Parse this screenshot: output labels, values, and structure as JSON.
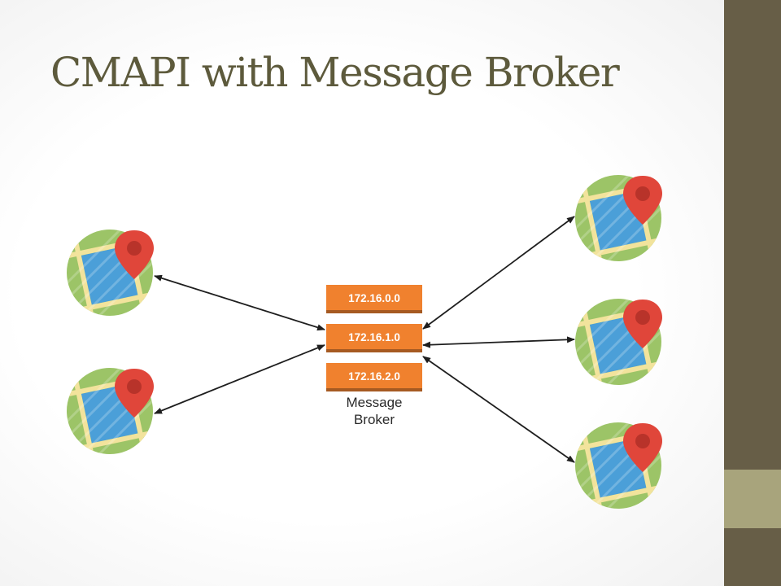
{
  "slide": {
    "title": "CMAPI with Message Broker",
    "colors": {
      "title_text": "#5d5a3c",
      "sidebar_dark": "#675e47",
      "sidebar_accent": "#a8a47c",
      "queue_orange": "#f0812e",
      "queue_orange_shadow": "#a65a22",
      "map_ring_green": "#9cc467",
      "map_block_blue": "#4b9fd8",
      "map_road_yellow": "#f2e39c",
      "map_pin_red": "#e0463a",
      "arrow": "#1e1e1e"
    }
  },
  "broker": {
    "queues": [
      "172.16.0.0",
      "172.16.1.0",
      "172.16.2.0"
    ],
    "label_line1": "Message",
    "label_line2": "Broker"
  },
  "clients": {
    "left": [
      {
        "icon": "map-pin-icon"
      },
      {
        "icon": "map-pin-icon"
      }
    ],
    "right": [
      {
        "icon": "map-pin-icon"
      },
      {
        "icon": "map-pin-icon"
      },
      {
        "icon": "map-pin-icon"
      }
    ]
  },
  "connections": [
    {
      "from": "clients.left.0",
      "to": "broker.queues.1",
      "direction": "bidirectional"
    },
    {
      "from": "clients.left.1",
      "to": "broker.queues.1",
      "direction": "bidirectional"
    },
    {
      "from": "clients.right.0",
      "to": "broker.queues.1",
      "direction": "bidirectional"
    },
    {
      "from": "clients.right.1",
      "to": "broker.queues.1",
      "direction": "bidirectional"
    },
    {
      "from": "clients.right.2",
      "to": "broker.queues.1",
      "direction": "bidirectional"
    }
  ]
}
